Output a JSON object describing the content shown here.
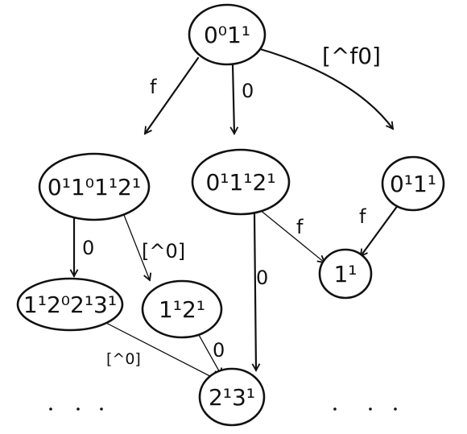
{
  "nodes": {
    "root": "0⁰1¹",
    "left": "0¹1⁰1¹2¹",
    "middle": "0¹1¹2¹",
    "right": "0¹1¹",
    "ll": "1¹2⁰2¹3¹",
    "lr": "1¹2¹",
    "mr": "1¹",
    "bottom": "2¹3¹"
  },
  "edge_labels": {
    "root_left": "f",
    "root_middle": "0",
    "root_right": "[^f0]",
    "left_ll": "0",
    "left_lr": "[^0]",
    "middle_mr": "f",
    "right_mr": "f",
    "middle_bottom": "0",
    "ll_bottom": "[^0]",
    "lr_bottom": "0"
  }
}
